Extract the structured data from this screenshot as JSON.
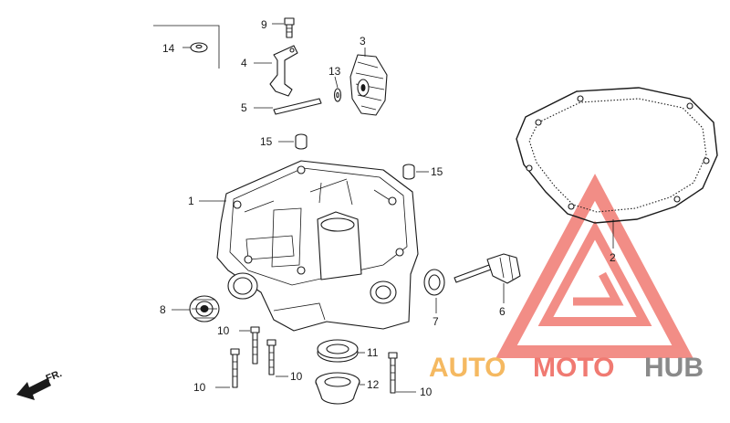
{
  "callouts": {
    "c1": "1",
    "c2": "2",
    "c3": "3",
    "c4": "4",
    "c5": "5",
    "c6": "6",
    "c7": "7",
    "c8": "8",
    "c9": "9",
    "c10a": "10",
    "c10b": "10",
    "c10c": "10",
    "c10d": "10",
    "c11": "11",
    "c12": "12",
    "c13": "13",
    "c14": "14",
    "c15a": "15",
    "c15b": "15"
  },
  "direction_label": "FR.",
  "watermark": {
    "word_a": "AUTO",
    "word_b": "MOTO",
    "word_c": "HUB",
    "color_a": "#f5b961",
    "color_b": "#f07a72",
    "color_c": "#8a8a8a",
    "triangle_color": "#f07a72"
  }
}
